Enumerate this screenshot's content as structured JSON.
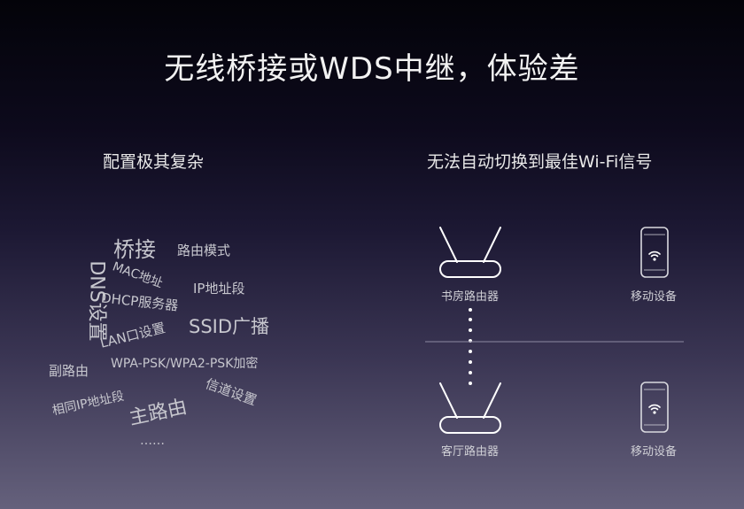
{
  "title": "无线桥接或WDS中继，体验差",
  "left": {
    "heading": "配置极其复杂",
    "tags": {
      "bridge": "桥接",
      "router_mode": "路由模式",
      "dns": "DNS设置",
      "mac_address": "MAC地址",
      "ip_address_range": "IP地址段",
      "dhcp_server": "DHCP服务器",
      "ssid_broadcast": "SSID广播",
      "lan_port": "LAN口设置",
      "secondary_router": "副路由",
      "wpa_psk": "WPA-PSK/WPA2-PSK加密",
      "channel_settings": "信道设置",
      "same_ip_range": "相同IP地址段",
      "main_router": "主路由",
      "ellipsis": "……"
    }
  },
  "right": {
    "heading": "无法自动切换到最佳Wi-Fi信号",
    "top_router_label": "书房路由器",
    "top_device_label": "移动设备",
    "bottom_router_label": "客厅路由器",
    "bottom_device_label": "移动设备"
  },
  "icons": [
    "router-icon",
    "smartphone-icon",
    "wifi-icon"
  ],
  "colors": {
    "text": "#ffffff",
    "muted_text": "#c7c7ce",
    "divider": "#8e8aa2"
  }
}
